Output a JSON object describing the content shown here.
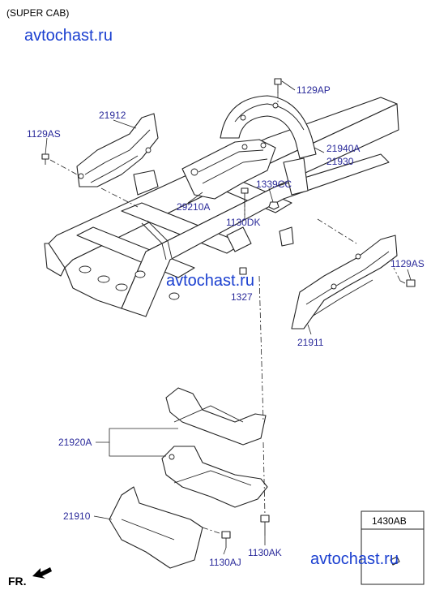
{
  "header": "(SUPER CAB)",
  "watermark": "avtochast.ru",
  "front_label": "FR.",
  "legend_box": {
    "code": "1430AB"
  },
  "labels": {
    "p1129AP": "1129AP",
    "p21912": "21912",
    "p1129AS_left": "1129AS",
    "p21940A": "21940A",
    "p21930": "21930",
    "p1339CC": "1339CC",
    "p29210A": "29210A",
    "p1130DK": "1130DK",
    "p1129AS_right": "1129AS",
    "p1327": "1327",
    "p21911": "21911",
    "p21920A": "21920A",
    "p21910": "21910",
    "p1130AJ": "1130AJ",
    "p1130AK": "1130AK"
  }
}
